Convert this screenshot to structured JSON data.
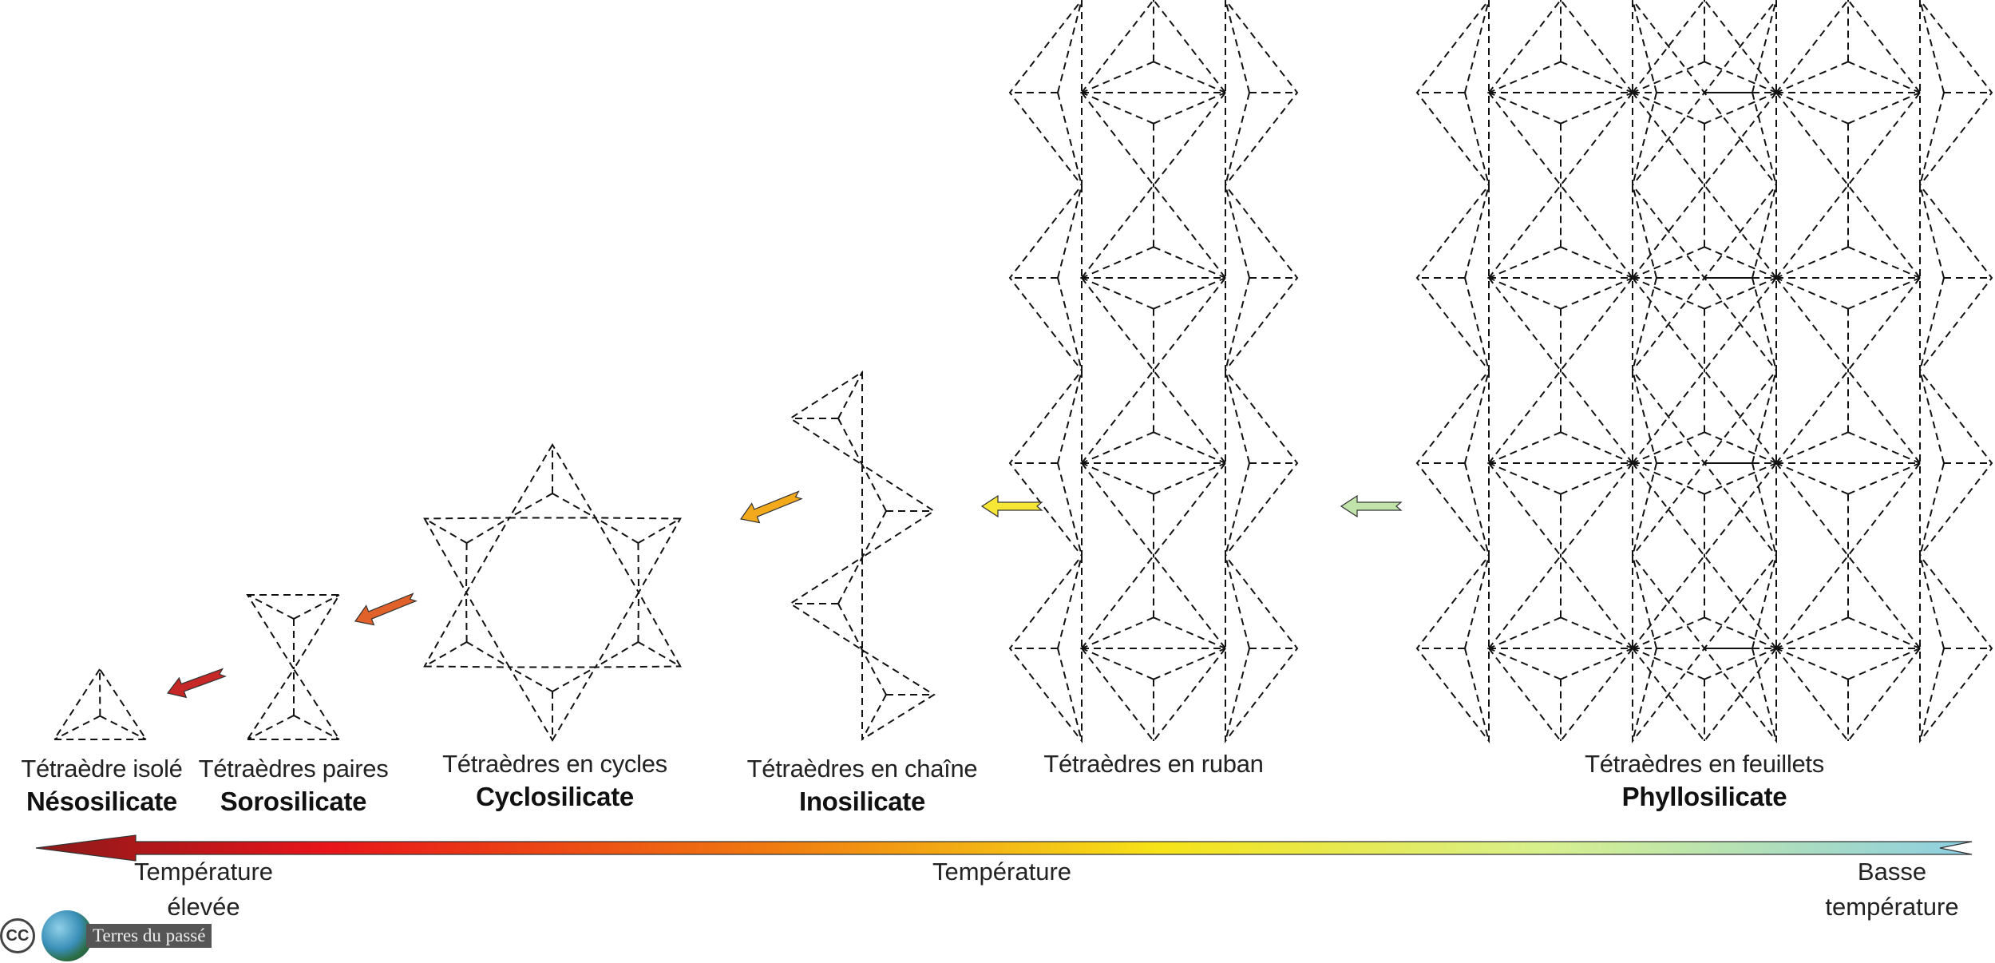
{
  "structures": [
    {
      "caption": "Tétraèdre isolé",
      "name": "Nésosilicate"
    },
    {
      "caption": "Tétraèdres paires",
      "name": "Sorosilicate"
    },
    {
      "caption": "Tétraèdres en cycles",
      "name": "Cyclosilicate"
    },
    {
      "caption": "Tétraèdres en chaîne",
      "name": "Inosilicate"
    },
    {
      "caption": "Tétraèdres en ruban",
      "name": ""
    },
    {
      "caption": "Tétraèdres en feuillets",
      "name": "Phyllosilicate"
    }
  ],
  "axis": {
    "high_label": "Température élevée",
    "center_label": "Température",
    "low_label": "Basse température",
    "gradient_colors": [
      "#8b1a1a",
      "#e8141a",
      "#f07a10",
      "#f6e318",
      "#d7f08e",
      "#8ccfe3"
    ]
  },
  "arrow_colors": [
    "#c62828",
    "#e0622a",
    "#f2a91c",
    "#f6e736",
    "#bfe3a8"
  ],
  "credit": {
    "cc": "CC",
    "brand": "Terres du passé",
    "icon": "globe-icon"
  }
}
